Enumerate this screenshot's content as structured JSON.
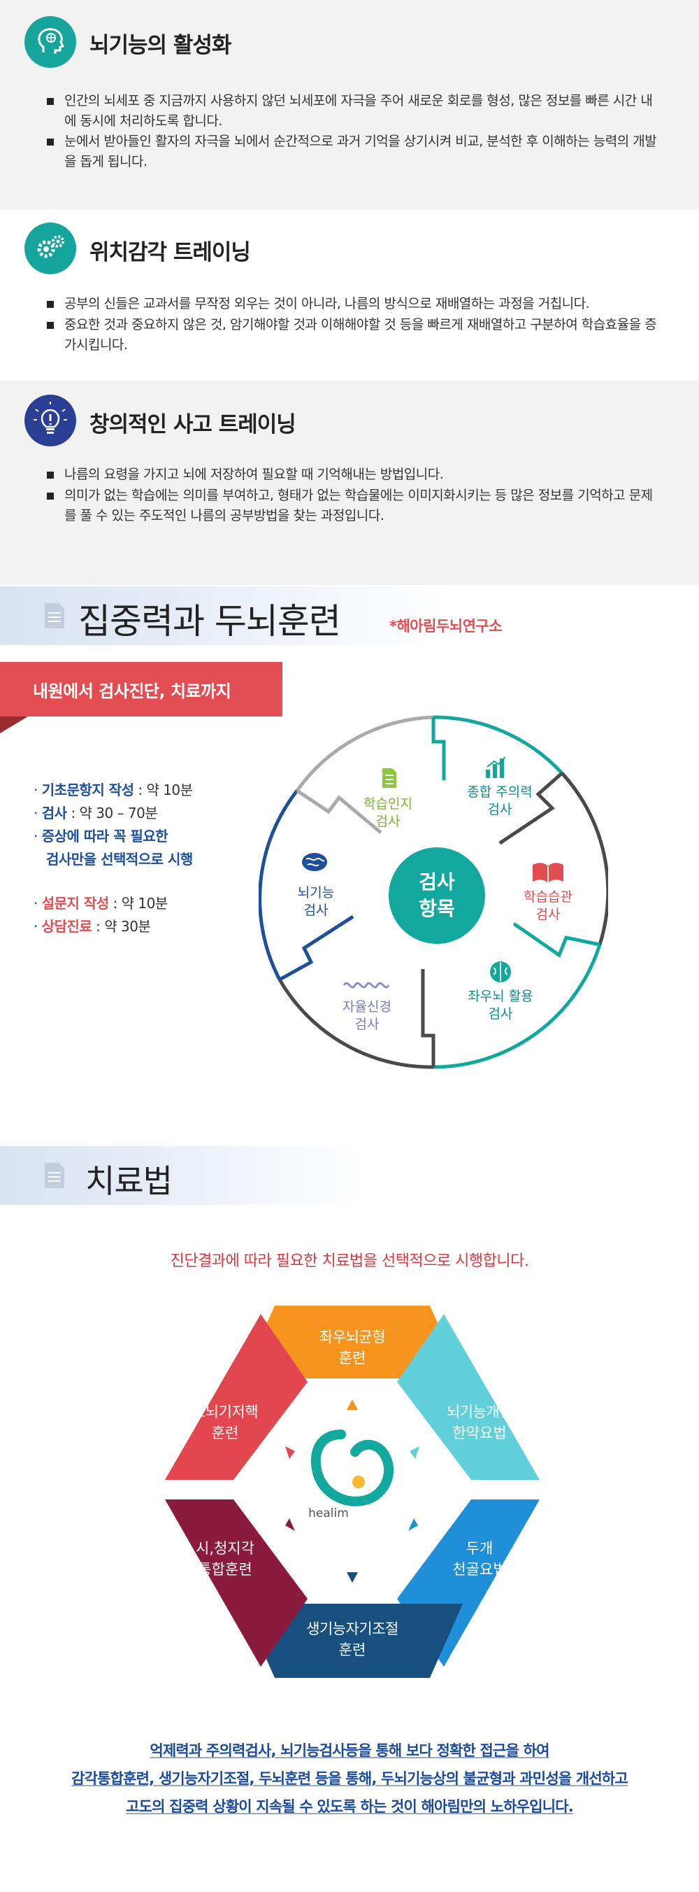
{
  "sections": [
    {
      "title": "뇌기능의 활성화",
      "icon": "head-brain-icon",
      "bullets": [
        "인간의 뇌세포 중 지금까지 사용하지 않던 뇌세포에 자극을 주어 새로운 회로를 형성, 많은 정보를 빠른 시간 내에 동시에 처리하도록 합니다.",
        "눈에서 받아들인 활자의 자극을 뇌에서 순간적으로 과거 기억을 상기시켜 비교, 분석한 후 이해하는 능력의 개발을 돕게 됩니다."
      ]
    },
    {
      "title": "위치감각 트레이닝",
      "icon": "gears-icon",
      "bullets": [
        "공부의 신들은 교과서를 무작정 외우는 것이 아니라, 나름의 방식으로 재배열하는 과정을 거칩니다.",
        "중요한 것과 중요하지 않은 것, 암기해야할 것과 이해해야할 것 등을 빠르게 재배열하고 구분하여 학습효율을 증가시킵니다."
      ]
    },
    {
      "title": "창의적인 사고 트레이닝",
      "icon": "lightbulb-icon",
      "bullets": [
        "나름의 요령을 가지고 뇌에 저장하여 필요할 때 기억해내는 방법입니다.",
        "의미가 없는 학습에는 의미를 부여하고, 형태가 없는 학습물에는 이미지화시키는 등 많은 정보를 기억하고 문제를 풀 수 있는 주도적인 나름의 공부방법을 찾는 과정입니다."
      ]
    }
  ],
  "focus": {
    "title": "집중력과 두뇌훈련",
    "source": "*해아림두뇌연구소",
    "tab": "내원에서 검사진단, 치료까지",
    "items": [
      {
        "key": "기초문항지 작성",
        "val": " : 약 10분"
      },
      {
        "key": "검사",
        "val": " : 약 30 – 70분"
      },
      {
        "key": "증상에 따라 꼭 필요한",
        "val": ""
      },
      {
        "key": "검사만을 선택적으로 시행",
        "val": ""
      }
    ],
    "items2": [
      {
        "key": "설문지 작성",
        "val": " : 약 10분"
      },
      {
        "key": "상담진료",
        "val": " : 약 30분"
      }
    ],
    "center": [
      "검사",
      "항목"
    ],
    "tests": [
      {
        "l1": "학습인지",
        "l2": "검사",
        "icon": "document-icon",
        "color": "#8cc63f"
      },
      {
        "l1": "종합 주의력",
        "l2": "검사",
        "icon": "chart-icon",
        "color": "#13a89e"
      },
      {
        "l1": "학습습관",
        "l2": "검사",
        "icon": "book-icon",
        "color": "#e24d51"
      },
      {
        "l1": "좌우뇌 활용",
        "l2": "검사",
        "icon": "brain-icon",
        "color": "#13a89e"
      },
      {
        "l1": "자율신경",
        "l2": "검사",
        "icon": "wave-icon",
        "color": "#8c8ccc"
      },
      {
        "l1": "뇌기능",
        "l2": "검사",
        "icon": "brain-icon",
        "color": "#1d4f9c"
      }
    ],
    "colors": {
      "teal": "#13a89e",
      "navy": "#1d4f9c",
      "red": "#e24d51",
      "gray": "#4a4a4a"
    }
  },
  "treatment": {
    "title": "치료법",
    "subtitle": "진단결과에 따라 필요한 치료법을 선택적으로 시행합니다.",
    "logo_text": "healim",
    "segments": [
      {
        "l1": "좌우뇌균형",
        "l2": "훈련",
        "color": "#f7941d"
      },
      {
        "l1": "뇌기능개선",
        "l2": "한약요법",
        "color": "#62d0da"
      },
      {
        "l1": "두개",
        "l2": "천골요법",
        "color": "#1e8fd8"
      },
      {
        "l1": "생기능자기조절",
        "l2": "훈련",
        "color": "#174f7f"
      },
      {
        "l1": "시,청지각",
        "l2": "통합훈련",
        "color": "#8b1b3d"
      },
      {
        "l1": "소뇌기저핵",
        "l2": "훈련",
        "color": "#e2474f"
      }
    ],
    "footer": [
      "억제력과 주의력검사, 뇌기능검사등을 통해 보다 정확한 접근을 하여",
      "감각통합훈련, 생기능자기조절, 두뇌훈련 등을 통해, 두뇌기능상의 불균형과 과민성을 개선하고",
      "고도의 집중력 상황이 지속될 수 있도록 하는 것이 해아림만의 노하우입니다."
    ]
  }
}
